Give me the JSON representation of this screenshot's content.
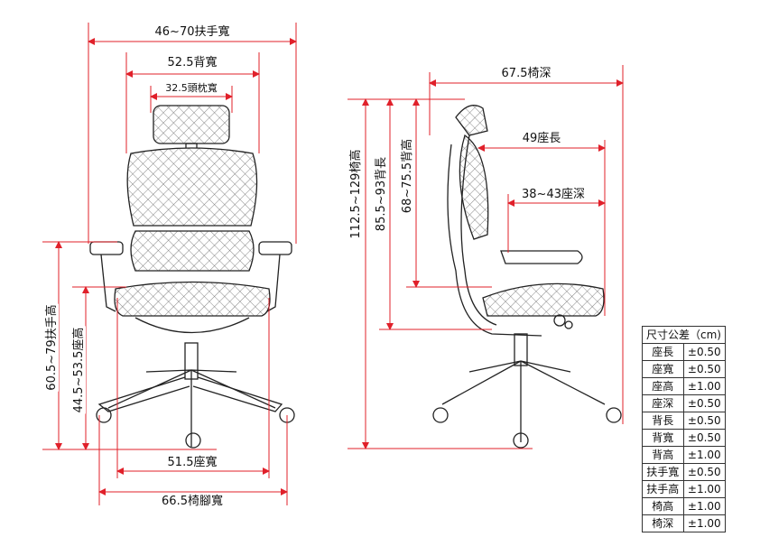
{
  "colors": {
    "dimension": "#e0202a",
    "outline": "#222222"
  },
  "front_view": {
    "armrest_width": "46~70扶手寬",
    "back_width": "52.5背寬",
    "headrest_width": "32.5頭枕寬",
    "armrest_height": "60.5~79扶手高",
    "seat_height": "44.5~53.5座高",
    "seat_width": "51.5座寬",
    "base_width": "66.5椅腳寬"
  },
  "side_view": {
    "chair_depth": "67.5椅深",
    "seat_length": "49座長",
    "seat_depth": "38~43座深",
    "chair_height": "112.5~129椅高",
    "back_length": "85.5~93背長",
    "back_height": "68~75.5背高"
  },
  "tolerance_table": {
    "header": "尺寸公差（cm)",
    "rows": [
      {
        "item": "座長",
        "value": "±0.50"
      },
      {
        "item": "座寬",
        "value": "±0.50"
      },
      {
        "item": "座高",
        "value": "±1.00"
      },
      {
        "item": "座深",
        "value": "±0.50"
      },
      {
        "item": "背長",
        "value": "±0.50"
      },
      {
        "item": "背寬",
        "value": "±0.50"
      },
      {
        "item": "背高",
        "value": "±1.00"
      },
      {
        "item": "扶手寬",
        "value": "±0.50"
      },
      {
        "item": "扶手高",
        "value": "±1.00"
      },
      {
        "item": "椅高",
        "value": "±1.00"
      },
      {
        "item": "椅深",
        "value": "±1.00"
      }
    ]
  }
}
